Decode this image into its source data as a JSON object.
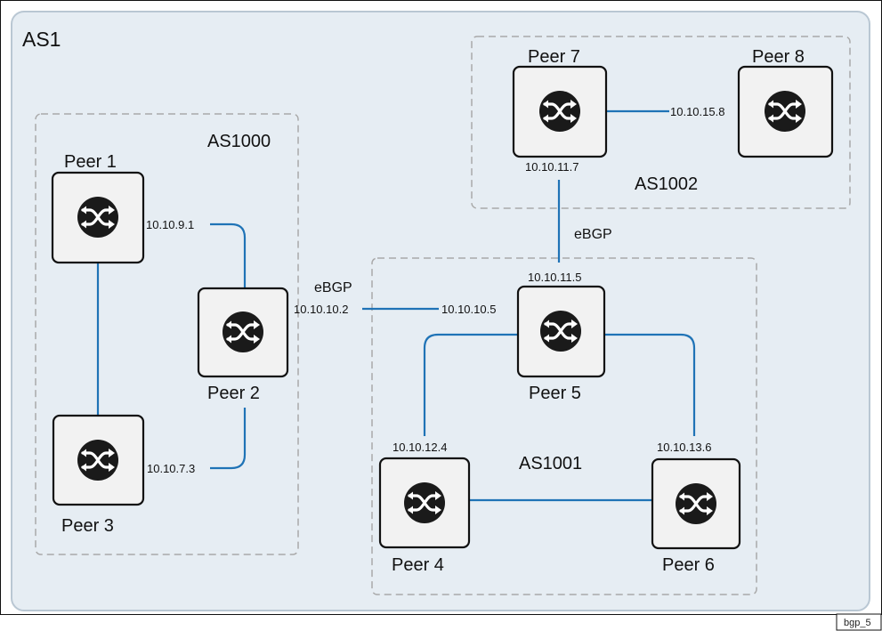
{
  "outer_as": {
    "label": "AS1"
  },
  "groups": [
    {
      "id": "as1000",
      "label": "AS1000"
    },
    {
      "id": "as1001",
      "label": "AS1001"
    },
    {
      "id": "as1002",
      "label": "AS1002"
    }
  ],
  "peers": [
    {
      "id": "peer1",
      "label": "Peer 1",
      "icon": "router-icon"
    },
    {
      "id": "peer2",
      "label": "Peer 2",
      "icon": "router-icon"
    },
    {
      "id": "peer3",
      "label": "Peer 3",
      "icon": "router-icon"
    },
    {
      "id": "peer4",
      "label": "Peer 4",
      "icon": "router-icon"
    },
    {
      "id": "peer5",
      "label": "Peer 5",
      "icon": "router-icon"
    },
    {
      "id": "peer6",
      "label": "Peer 6",
      "icon": "router-icon"
    },
    {
      "id": "peer7",
      "label": "Peer 7",
      "icon": "router-icon"
    },
    {
      "id": "peer8",
      "label": "Peer 8",
      "icon": "router-icon"
    }
  ],
  "addresses": {
    "peer1_to_peer2": "10.10.9.1",
    "peer3_to_peer2": "10.10.7.3",
    "peer2_ebgp": "10.10.10.2",
    "peer5_ebgp_left": "10.10.10.5",
    "peer5_top": "10.10.11.5",
    "peer7_bottom": "10.10.11.7",
    "peer7_to_peer8": "10.10.15.8",
    "peer4_top": "10.10.12.4",
    "peer6_top": "10.10.13.6"
  },
  "ebgp_labels": {
    "left": "eBGP",
    "top": "eBGP"
  },
  "caption": "bgp_5",
  "colors": {
    "outer_fill": "#e6edf3",
    "outer_stroke": "#b9c7d3",
    "group_stroke": "#a9a9a9",
    "link": "#1f73b6",
    "node_fill": "#f2f2f2",
    "node_stroke": "#111111",
    "icon_fill": "#1a1a1a"
  }
}
